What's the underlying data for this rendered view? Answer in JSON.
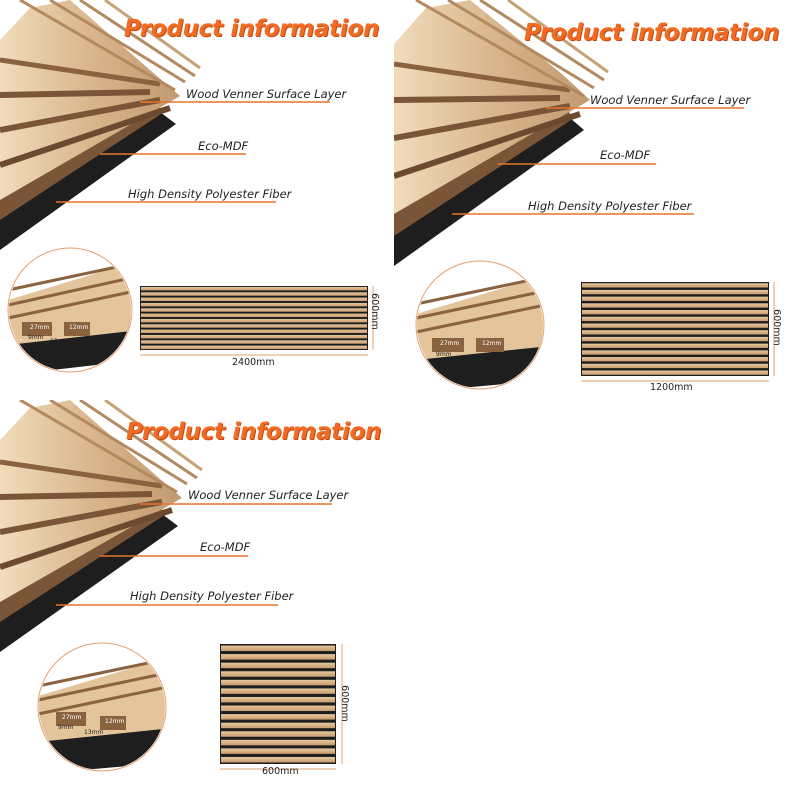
{
  "title": "Product information",
  "layers": {
    "surface": "Wood Venner Surface Layer",
    "core": "Eco-MDF",
    "backing": "High Density Polyester Fiber"
  },
  "profile": {
    "slat_width": "27mm",
    "slat_height": "12mm",
    "gap": "9mm",
    "pitch": "13mm"
  },
  "panels": [
    {
      "width": "2400mm",
      "height": "600mm"
    },
    {
      "width": "1200mm",
      "height": "600mm"
    },
    {
      "width": "600mm",
      "height": "600mm"
    }
  ],
  "colors": {
    "title": "#f26b22",
    "leader": "#e8742c",
    "oak_light": "#e9cfa8",
    "oak_mid": "#c9a176",
    "walnut_mdf": "#7a5538",
    "felt": "#1e1e1e",
    "guide": "#e6a06e"
  }
}
